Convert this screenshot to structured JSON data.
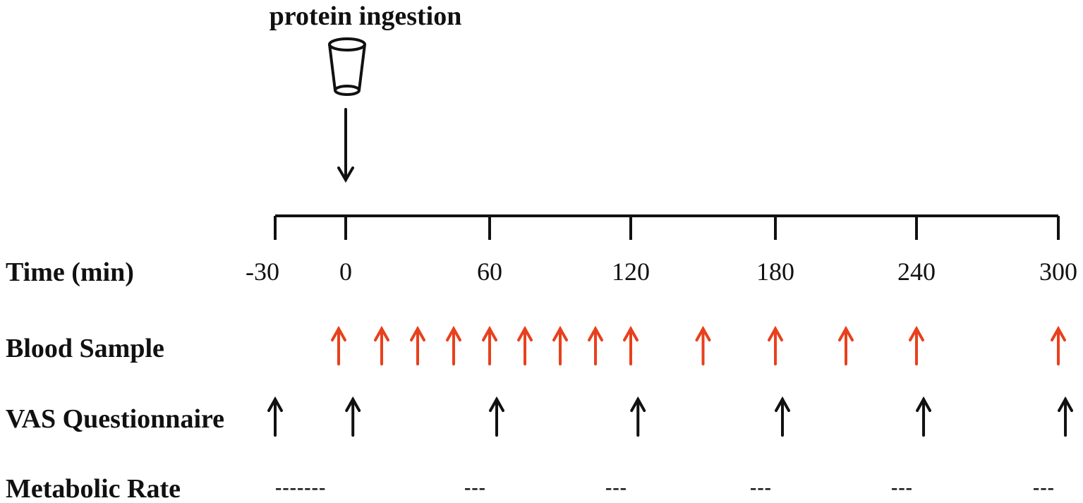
{
  "title": "protein ingestion",
  "time_axis": {
    "label": "Time (min)",
    "ticks": [
      -30,
      0,
      60,
      120,
      180,
      240,
      300
    ],
    "tick_labels": [
      "-30",
      "0",
      "60",
      "120",
      "180",
      "240",
      "300"
    ],
    "range": [
      -30,
      300
    ]
  },
  "protein_ingestion_time": 0,
  "rows": {
    "blood_sample": {
      "label": "Blood Sample",
      "color": "#e8401c",
      "times": [
        -3,
        15,
        30,
        45,
        60,
        75,
        90,
        105,
        120,
        150,
        180,
        210,
        240,
        300
      ]
    },
    "vas_questionnaire": {
      "label": "VAS Questionnaire",
      "color": "#111111",
      "times": [
        -30,
        3,
        63,
        123,
        183,
        243,
        303
      ]
    },
    "metabolic_rate": {
      "label": "Metabolic Rate",
      "segments": [
        {
          "time": -30,
          "text": "-------"
        },
        {
          "time": 60,
          "text": "---"
        },
        {
          "time": 120,
          "text": "---"
        },
        {
          "time": 180,
          "text": "---"
        },
        {
          "time": 240,
          "text": "---"
        },
        {
          "time": 300,
          "text": "---"
        }
      ]
    }
  },
  "icons": {
    "cup": "cup-icon",
    "ingestion_arrow": "down-arrow-icon"
  }
}
